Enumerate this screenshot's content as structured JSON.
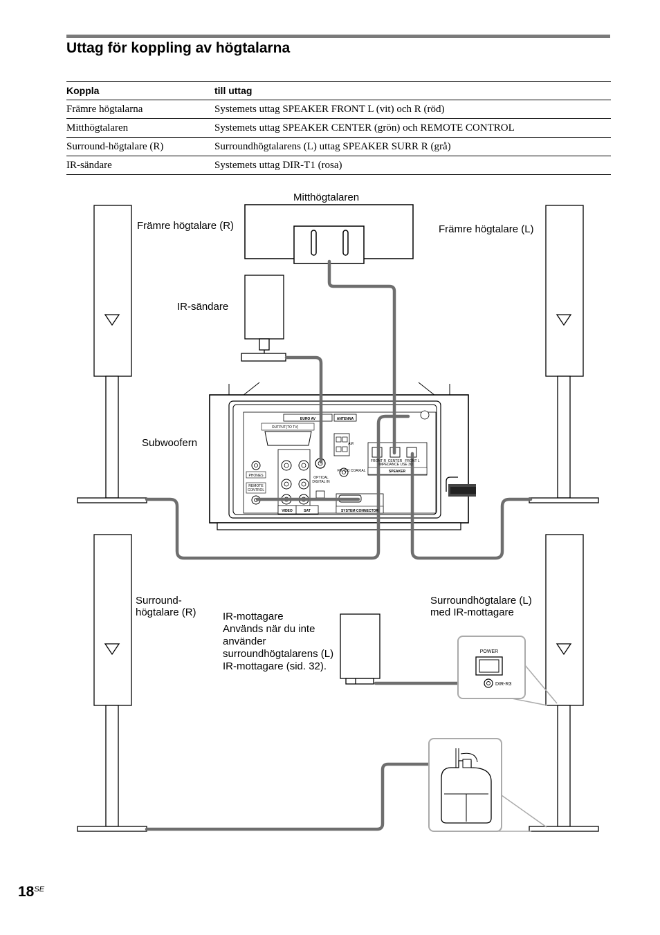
{
  "title": "Uttag för koppling av högtalarna",
  "table": {
    "headers": [
      "Koppla",
      "till uttag"
    ],
    "rows": [
      [
        "Främre högtalarna",
        "Systemets uttag SPEAKER FRONT L (vit) och R (röd)"
      ],
      [
        "Mitthögtalaren",
        "Systemets uttag SPEAKER CENTER (grön) och REMOTE CONTROL"
      ],
      [
        "Surround-högtalare (R)",
        "Surroundhögtalarens (L) uttag SPEAKER SURR R (grå)"
      ],
      [
        "IR-sändare",
        "Systemets uttag DIR-T1 (rosa)"
      ]
    ]
  },
  "labels": {
    "center": "Mitthögtalaren",
    "front_r": "Främre högtalare (R)",
    "front_l": "Främre högtalare (L)",
    "ir_sender": "IR-sändare",
    "subwoofer": "Subwoofern",
    "surround_r_1": "Surround-",
    "surround_r_2": "högtalare (R)",
    "surround_l_1": "Surroundhögtalare (L)",
    "surround_l_2": "med IR-mottagare",
    "ir_recv_1": "IR-mottagare",
    "ir_recv_2": "Används när du inte",
    "ir_recv_3": "använder",
    "ir_recv_4": "surroundhögtalarens (L)",
    "ir_recv_5": "IR-mottagare (sid. 32)."
  },
  "panel": {
    "euro_av": "EURO AV",
    "output": "OUTPUT(TO TV)",
    "antenna": "ANTENNA",
    "phones": "PHONES",
    "remote_control_1": "REMOTE",
    "remote_control_2": "CONTROL",
    "video": "VIDEO",
    "sat": "SAT",
    "speaker": "SPEAKER",
    "system_connector": "SYSTEM CONNECTOR",
    "optical": "OPTICAL",
    "digital_in": "DIGITAL IN",
    "front_r": "FRONT R",
    "center": "CENTER",
    "front_l": "FRONT L",
    "impedance": "IMPEDANCE USE 3Ω",
    "fm_coaxial": "FM 75Ω COAXIAL",
    "am": "AM",
    "power": "POWER",
    "dir_r3": "DIR-R3"
  },
  "page": {
    "number": "18",
    "suffix": "SE"
  }
}
